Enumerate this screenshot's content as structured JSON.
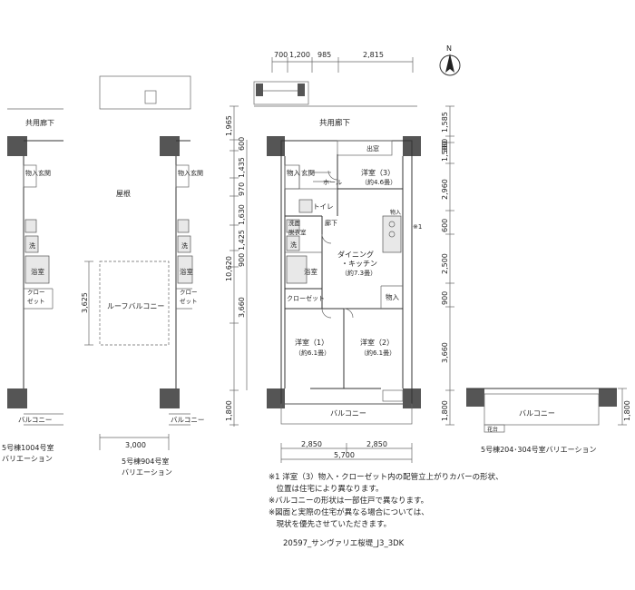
{
  "north_label": "N",
  "corridor_label": "共用廊下",
  "top_dims": [
    "700",
    "1,200",
    "985",
    "2,815"
  ],
  "left_dims": [
    "1,965",
    "600",
    "1,435",
    "970",
    "1,630",
    "1,425",
    "900",
    "3,660",
    "1,800"
  ],
  "total_height": "10,620",
  "right_dims": [
    "1,585",
    "380",
    "1,580",
    "2,960",
    "600",
    "2,500",
    "900",
    "3,660",
    "1,800"
  ],
  "bottom_dims": [
    "2,850",
    "2,850"
  ],
  "bottom_total": "5,700",
  "rooms": {
    "bed3_name": "洋室（3）",
    "bed3_size": "（約4.6畳）",
    "closet_top": "物入",
    "entrance": "玄関",
    "hall": "ホール",
    "toilet": "トイレ",
    "corridor": "廊下",
    "washroom": "洗面\n脱衣室",
    "wash": "洗",
    "bath": "浴室",
    "closet": "クローゼット",
    "dk_name": "ダイニング\n・キッチン",
    "dk_size": "（約7.3畳）",
    "storage": "物入",
    "bed1_name": "洋室（1）",
    "bed1_size": "（約6.1畳）",
    "bed2_name": "洋室（2）",
    "bed2_size": "（約6.1畳）",
    "balcony": "バルコニー",
    "pipe_space": "出窓",
    "ref_mark": "※1",
    "kitchen_small": "物入"
  },
  "variant_left": {
    "corridor": "共用廊下",
    "closet": "物入",
    "entrance": "玄関",
    "wash": "洗",
    "bath": "浴室",
    "closet2": "クロー\nゼット",
    "balcony": "バルコニー",
    "caption": "5号棟1004号室\nバリエーション"
  },
  "variant_mid": {
    "roof": "屋根",
    "roof_balcony": "ルーフバルコニー",
    "closet": "物入",
    "entrance": "玄関",
    "wash": "洗",
    "bath": "浴室",
    "closet2": "クロー\nゼット",
    "balcony": "バルコニー",
    "dim_h": "3,625",
    "dim_w": "3,000",
    "caption": "5号棟904号室\nバリエーション"
  },
  "variant_right": {
    "balcony": "バルコニー",
    "tag": "花台",
    "dim": "1,800",
    "caption": "5号棟204･304号室バリエーション"
  },
  "notes": [
    "※1 洋室（3）物入・クローゼット内の配管立上がりカバーの形状、",
    "　位置は住宅により異なります。",
    "※バルコニーの形状は一部住戸で異なります。",
    "※図面と実際の住宅が異なる場合については、",
    "　現状を優先させていただきます。"
  ],
  "file_code": "20597_サンヴァリエ桜堤_J3_3DK"
}
